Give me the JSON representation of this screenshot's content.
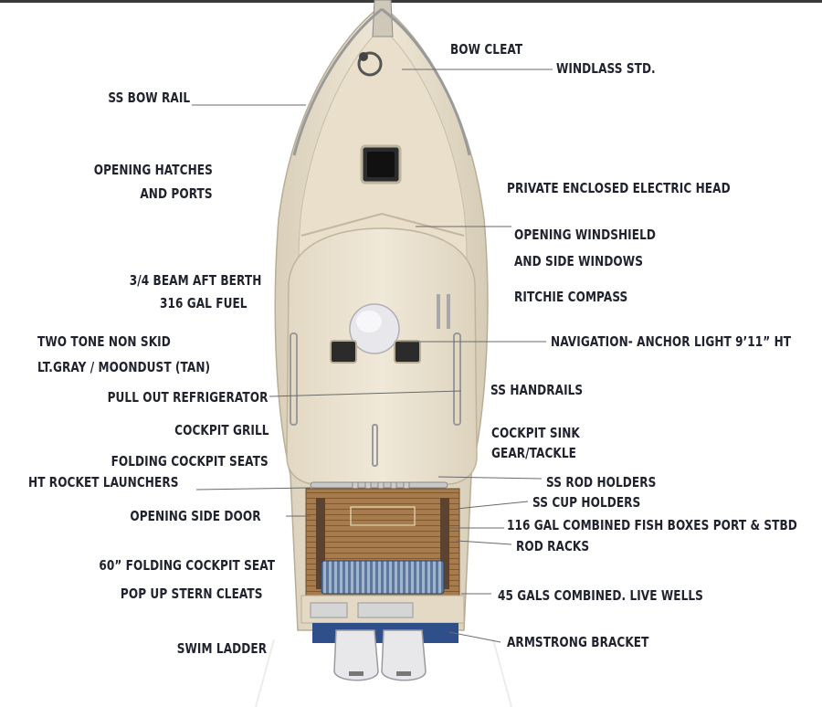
{
  "labels": {
    "bow_cleat": "BOW CLEAT",
    "windlass": "WINDLASS STD.",
    "ss_bow_rail": "SS  BOW RAIL",
    "opening_hatches_1": "OPENING HATCHES",
    "opening_hatches_2": "AND PORTS",
    "private_head": "PRIVATE ENCLOSED ELECTRIC HEAD",
    "windshield_1": "OPENING WINDSHIELD",
    "windshield_2": "AND SIDE WINDOWS",
    "aft_berth": "3/4 BEAM AFT BERTH",
    "fuel": "316 GAL FUEL",
    "compass": "RITCHIE COMPASS",
    "non_skid_1": "TWO TONE NON SKID",
    "non_skid_2": "LT.GRAY / MOONDUST (TAN)",
    "nav_light": "NAVIGATION- ANCHOR LIGHT 9’11” HT",
    "refrigerator": "PULL OUT REFRIGERATOR",
    "handrails": "SS HANDRAILS",
    "grill": "COCKPIT GRILL",
    "sink_1": "COCKPIT SINK",
    "sink_2": "GEAR/TACKLE",
    "folding_seats": "FOLDING COCKPIT SEATS",
    "rocket_launchers": "HT ROCKET LAUNCHERS",
    "rod_holders": "SS ROD HOLDERS",
    "cup_holders": "SS CUP HOLDERS",
    "side_door": "OPENING SIDE DOOR",
    "fish_boxes": "116 GAL COMBINED FISH BOXES PORT & STBD",
    "rod_racks": "ROD RACKS",
    "stern_seat": "60” FOLDING COCKPIT SEAT",
    "stern_cleats": "POP UP STERN CLEATS",
    "live_wells": "45 GALS COMBINED. LIVE WELLS",
    "swim_ladder": "SWIM LADDER",
    "bracket": "ARMSTRONG BRACKET"
  },
  "colors": {
    "hull": "#ece3d1",
    "deck": "#e6dcc6",
    "hardtop": "#ebe2d0",
    "teak": "#a27a4d",
    "cushion": "#4e6a92",
    "text": "#20222e",
    "leader": "#6a6a6a"
  }
}
